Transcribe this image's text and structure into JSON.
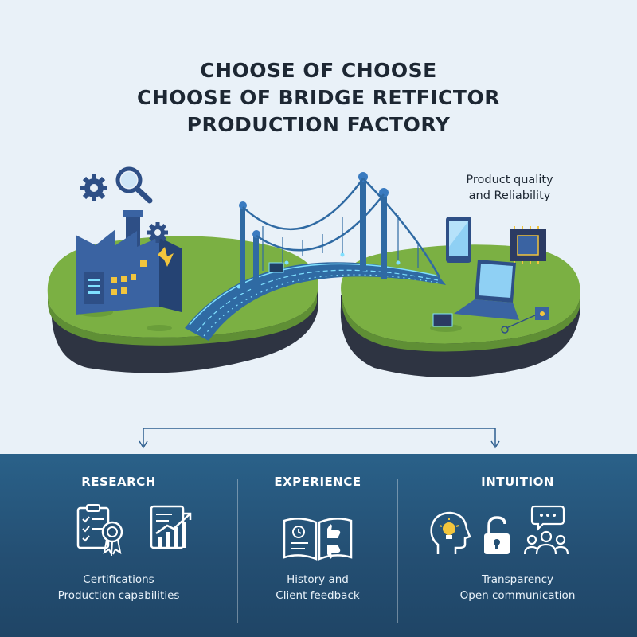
{
  "title": {
    "line1": "CHOOSE OF CHOOSE",
    "line2": "CHOOSE OF BRIDGE RETFICTOR",
    "line3": "PRODUCTION FACTORY"
  },
  "callout": {
    "line1": "Product quality",
    "line2": "and Reliability"
  },
  "columns": [
    {
      "heading": "RESEARCH",
      "line1": "Certifications",
      "line2": "Production capabilities",
      "icons": [
        "checklist-icon",
        "award-ribbon-icon",
        "growth-chart-icon"
      ]
    },
    {
      "heading": "EXPERIENCE",
      "line1": "History and",
      "line2": "Client feedback",
      "icons": [
        "open-book-icon",
        "thumbs-up-icon",
        "thumbs-down-icon",
        "clock-icon"
      ]
    },
    {
      "heading": "INTUITION",
      "line1": "Transparency",
      "line2": "Open communication",
      "icons": [
        "head-lightbulb-icon",
        "padlock-open-icon",
        "chat-bubble-icon",
        "group-people-icon"
      ]
    }
  ],
  "colors": {
    "background": "#e9f1f8",
    "panel": "#244f73",
    "grass": "#7bb043",
    "island_base": "#2e3442",
    "bridge": "#2f6aa3",
    "circuit": "#7fe0ff",
    "factory": "#2e4f86",
    "accent_yellow": "#f2c53d"
  }
}
